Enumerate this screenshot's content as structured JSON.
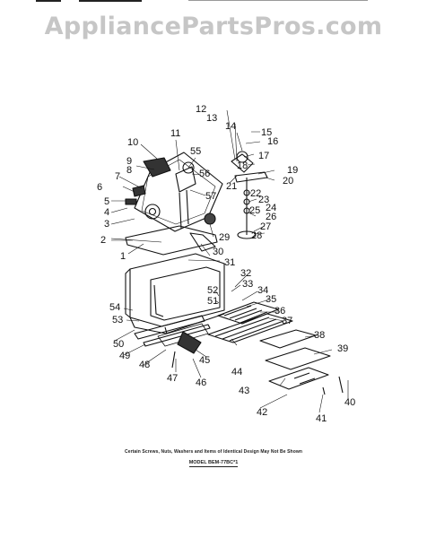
{
  "watermark": "AppliancePartsPros.com",
  "footnote": "Certain Screws, Nuts, Washers and Items of Identical Design May Not Be Shown",
  "model": "MODEL BEM-77BC*1",
  "callouts": [
    "1",
    "2",
    "3",
    "4",
    "5",
    "6",
    "7",
    "8",
    "9",
    "10",
    "11",
    "12",
    "13",
    "14",
    "15",
    "16",
    "17",
    "18",
    "19",
    "20",
    "21",
    "22",
    "23",
    "24",
    "25",
    "26",
    "27",
    "28",
    "29",
    "30",
    "31",
    "32",
    "33",
    "34",
    "35",
    "36",
    "37",
    "38",
    "39",
    "40",
    "41",
    "42",
    "43",
    "44",
    "45",
    "46",
    "47",
    "48",
    "49",
    "50",
    "51",
    "52",
    "53",
    "54",
    "55",
    "56",
    "57"
  ]
}
